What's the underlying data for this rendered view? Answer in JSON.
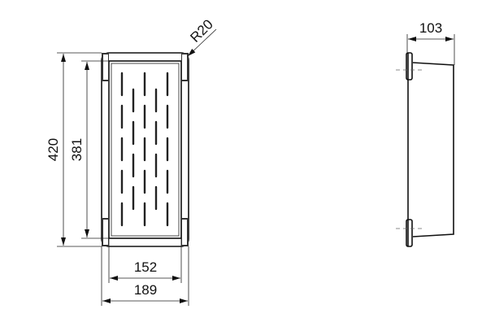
{
  "drawing": {
    "front_view": {
      "dimensions": {
        "outer_height": "420",
        "inner_height": "381",
        "inner_width": "152",
        "outer_width": "189",
        "corner_radius": "R20"
      }
    },
    "side_view": {
      "dimensions": {
        "depth": "103"
      }
    }
  },
  "colors": {
    "line": "#111111",
    "background": "#ffffff"
  }
}
